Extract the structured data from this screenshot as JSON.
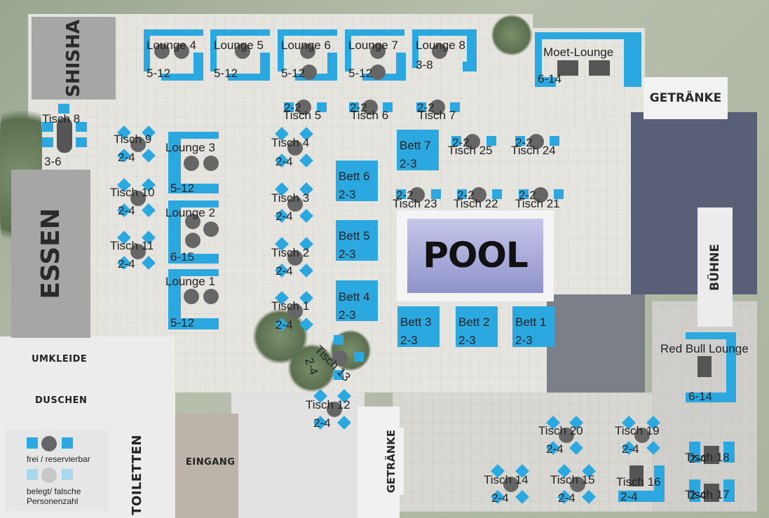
{
  "zones": {
    "shisha": "SHISHA",
    "essen": "ESSEN",
    "pool": "POOL",
    "getraenke_top": "GETRÄNKE",
    "getraenke_bottom": "GETRÄNKE",
    "buehne": "BÜHNE",
    "umkleide": "UMKLEIDE",
    "duschen": "DUSCHEN",
    "toiletten": "TOILETTEN",
    "eingang": "EINGANG"
  },
  "lounges": [
    {
      "name": "Lounge 4",
      "capacity": "5-12"
    },
    {
      "name": "Lounge 5",
      "capacity": "5-12"
    },
    {
      "name": "Lounge 6",
      "capacity": "5-12"
    },
    {
      "name": "Lounge 7",
      "capacity": "5-12"
    },
    {
      "name": "Lounge 8",
      "capacity": "3-8"
    },
    {
      "name": "Moet-Lounge",
      "capacity": "6-14"
    },
    {
      "name": "Lounge 3",
      "capacity": "5-12"
    },
    {
      "name": "Lounge 2",
      "capacity": "6-15"
    },
    {
      "name": "Lounge 1",
      "capacity": "5-12"
    },
    {
      "name": "Red Bull Lounge",
      "capacity": "6-14"
    }
  ],
  "tables": [
    {
      "name": "Tisch 8",
      "capacity": "3-6"
    },
    {
      "name": "Tisch 9",
      "capacity": "2-4"
    },
    {
      "name": "Tisch 10",
      "capacity": "2-4"
    },
    {
      "name": "Tisch 11",
      "capacity": "2-4"
    },
    {
      "name": "Tisch 4",
      "capacity": "2-4"
    },
    {
      "name": "Tisch 3",
      "capacity": "2-4"
    },
    {
      "name": "Tisch 2",
      "capacity": "2-4"
    },
    {
      "name": "Tisch 1",
      "capacity": "2-4"
    },
    {
      "name": "Tisch 5",
      "capacity": "2-2"
    },
    {
      "name": "Tisch 6",
      "capacity": "2-2"
    },
    {
      "name": "Tisch 7",
      "capacity": "2-2"
    },
    {
      "name": "Tisch 25",
      "capacity": "2-2"
    },
    {
      "name": "Tisch 24",
      "capacity": "2-2"
    },
    {
      "name": "Tisch 23",
      "capacity": "2-2"
    },
    {
      "name": "Tisch 22",
      "capacity": "2-2"
    },
    {
      "name": "Tisch 21",
      "capacity": "2-2"
    },
    {
      "name": "Tisch 13",
      "capacity": "2-4"
    },
    {
      "name": "Tisch 12",
      "capacity": "2-4"
    },
    {
      "name": "Tisch 20",
      "capacity": "2-4"
    },
    {
      "name": "Tisch 19",
      "capacity": "2-4"
    },
    {
      "name": "Tisch 14",
      "capacity": "2-4"
    },
    {
      "name": "Tisch 15",
      "capacity": "2-4"
    },
    {
      "name": "Tisch 16",
      "capacity": "2-4"
    },
    {
      "name": "Tisch 18",
      "capacity": "2-4"
    },
    {
      "name": "Tisch 17",
      "capacity": "2-4"
    }
  ],
  "beds": [
    {
      "name": "Bett 7",
      "capacity": "2-3"
    },
    {
      "name": "Bett 6",
      "capacity": "2-3"
    },
    {
      "name": "Bett 5",
      "capacity": "2-3"
    },
    {
      "name": "Bett 4",
      "capacity": "2-3"
    },
    {
      "name": "Bett 3",
      "capacity": "2-3"
    },
    {
      "name": "Bett 2",
      "capacity": "2-3"
    },
    {
      "name": "Bett 1",
      "capacity": "2-3"
    }
  ],
  "legend": {
    "free_label": "frei / reservierbar",
    "taken_label": "belegt/ falsche Personenzahl"
  },
  "colors": {
    "free": "#2ba8e0",
    "taken": "#a8d7ee",
    "table_free": "#666666",
    "table_taken": "#c8c8c8"
  }
}
